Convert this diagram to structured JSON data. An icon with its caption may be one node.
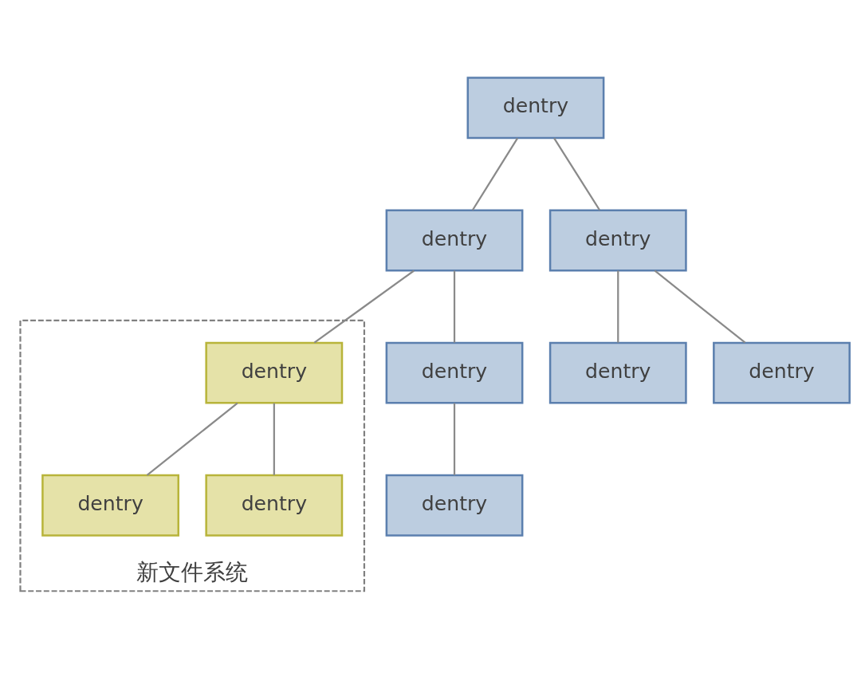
{
  "diagram": {
    "nodes": [
      {
        "text": [
          "dentry"
        ]
      },
      {
        "text": [
          "dentry"
        ]
      },
      {
        "text": [
          "dentry"
        ]
      },
      {
        "text": [
          "新文件系统"
        ]
      },
      {
        "text": [
          "dentry"
        ],
        "in": 3
      },
      {
        "text": [
          "dentry"
        ]
      },
      {
        "text": [
          "dentry"
        ]
      },
      {
        "text": [
          "dentry"
        ]
      },
      {
        "text": [
          "dentry"
        ],
        "in": 3
      },
      {
        "text": [
          "dentry"
        ],
        "in": 3
      },
      {
        "text": [
          "dentry"
        ]
      }
    ],
    "edges": [
      {
        "from": 0,
        "to": 1,
        "arrow": "none"
      },
      {
        "from": 0,
        "to": 2,
        "arrow": "none"
      },
      {
        "from": 1,
        "to": 4,
        "arrow": "none"
      },
      {
        "from": 1,
        "to": 5,
        "arrow": "none"
      },
      {
        "from": 2,
        "to": 6,
        "arrow": "none"
      },
      {
        "from": 2,
        "to": 7,
        "arrow": "none"
      },
      {
        "from": 4,
        "to": 8,
        "arrow": "none"
      },
      {
        "from": 4,
        "to": 9,
        "arrow": "none"
      },
      {
        "from": 5,
        "to": 10,
        "arrow": "none"
      }
    ]
  }
}
